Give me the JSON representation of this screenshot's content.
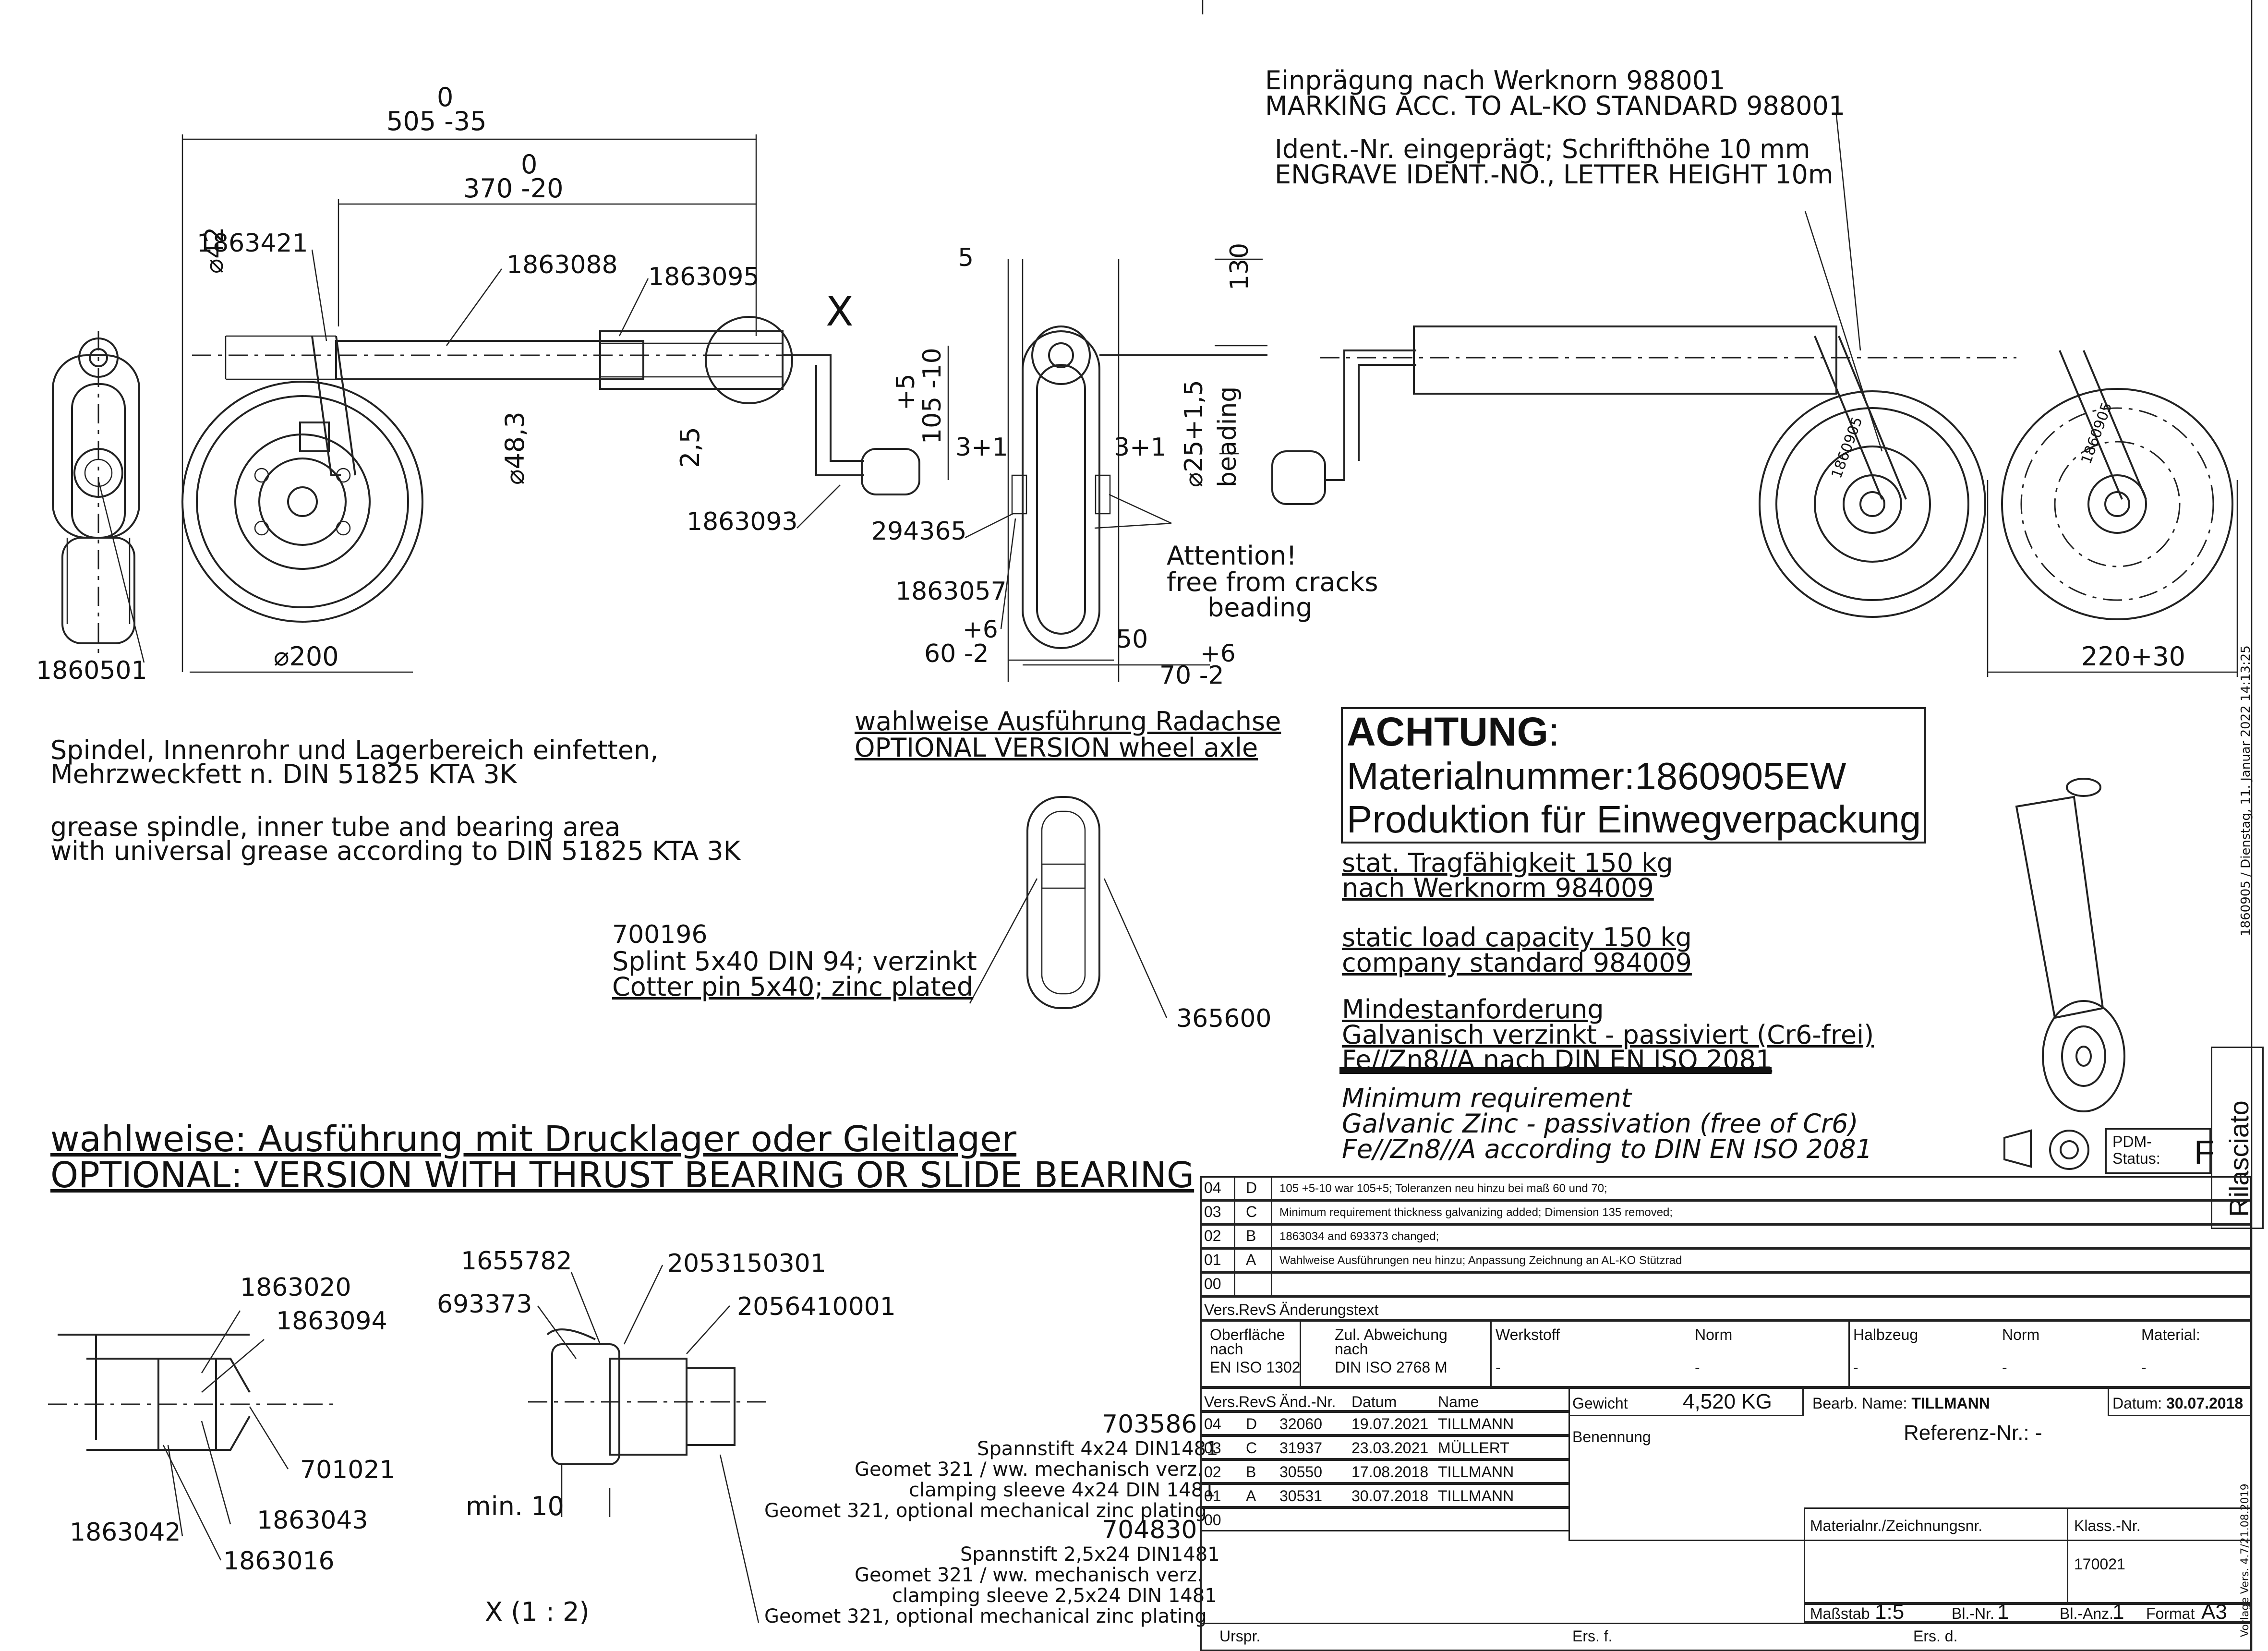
{
  "dimensions": {
    "d505": "505 -35",
    "d505_upper": "0",
    "d370": "370 -20",
    "d370_upper": "0",
    "d42": "⌀42",
    "d48": "⌀48,3",
    "d2_5": "2,5",
    "d200": "⌀200",
    "d5": "5",
    "d130": "130",
    "d105": "105 -10",
    "d105_upper": "+5",
    "d3_1a": "3+1",
    "d3_1b": "3+1",
    "d25": "⌀25+1,5",
    "beading": "beading",
    "d60": "60 -2",
    "d60_upper": "+6",
    "d50": "50",
    "d70": "70 -2",
    "d70_upper": "+6",
    "d220": "220+30",
    "min10": "min. 10"
  },
  "parts": {
    "p1863421": "1863421",
    "p1863088": "1863088",
    "p1863095": "1863095",
    "x_mark": "X",
    "p1863093": "1863093",
    "p294365": "294365",
    "p1863057": "1863057",
    "p1860501": "1860501",
    "p700196": "700196",
    "p365600": "365600",
    "p1863020": "1863020",
    "p1863094": "1863094",
    "p701021": "701021",
    "p1863043": "1863043",
    "p1863042": "1863042",
    "p1863016": "1863016",
    "p1655782": "1655782",
    "p693373": "693373",
    "p2053150301": "2053150301",
    "p2056410001": "2056410001",
    "x_scale": "X (1 : 2)",
    "wheel_label_a": "1860905",
    "wheel_label_b": "1860905"
  },
  "notes": {
    "engrave_de": "Einprägung nach Werknorn 988001",
    "engrave_en": "MARKING ACC. TO AL-KO STANDARD 988001",
    "ident_de": "Ident.-Nr. eingeprägt; Schrifthöhe 10 mm",
    "ident_en": "ENGRAVE IDENT.-NO., LETTER HEIGHT 10m",
    "attention_1": "Attention!",
    "attention_2": "free from cracks",
    "attention_3": "beading",
    "grease_de_1": "Spindel, Innenrohr und Lagerbereich einfetten,",
    "grease_de_2": "Mehrzweckfett n. DIN 51825 KTA 3K",
    "grease_en_1": "grease spindle, inner tube and bearing area",
    "grease_en_2": "with universal grease according to DIN 51825 KTA 3K",
    "optional_axle_de": "wahlweise Ausführung Radachse",
    "optional_axle_en": "OPTIONAL VERSION wheel axle",
    "splint_1": "Splint 5x40 DIN 94; verzinkt",
    "splint_2": "Cotter pin 5x40; zinc plated",
    "optional_bearing_de": "wahlweise: Ausführung mit Drucklager oder Gleitlager",
    "optional_bearing_en": "OPTIONAL: VERSION WITH THRUST BEARING OR SLIDE BEARING",
    "achtung_title": "ACHTUNG",
    "achtung_colon": ":",
    "achtung_line1": "Materialnummer:1860905EW",
    "achtung_line2": "Produktion für Einwegverpackung",
    "load_de_1": "stat. Tragfähigkeit 150 kg",
    "load_de_2": "nach Werknorm 984009",
    "load_en_1": "static load capacity 150 kg",
    "load_en_2": "company standard 984009",
    "min_de_1": "Mindestanforderung",
    "min_de_2": "Galvanisch verzinkt - passiviert (Cr6-frei)",
    "min_de_3": "Fe//Zn8//A nach DIN EN ISO 2081",
    "min_en_1": "Minimum requirement",
    "min_en_2": "Galvanic Zinc - passivation (free of Cr6)",
    "min_en_3": "Fe//Zn8//A according to DIN EN ISO 2081",
    "p703586": "703586",
    "s703586_1": "Spannstift 4x24 DIN1481",
    "s703586_2": "Geomet 321 / ww. mechanisch verz.",
    "s703586_3": "clamping sleeve 4x24 DIN 1481",
    "s703586_4": "Geomet 321, optional mechanical zinc plating",
    "p704830": "704830",
    "s704830_1": "Spannstift 2,5x24 DIN1481",
    "s704830_2": "Geomet 321 / ww. mechanisch verz.",
    "s704830_3": "clamping sleeve 2,5x24 DIN 1481",
    "s704830_4": "Geomet 321, optional mechanical zinc plating",
    "side_stamp": "1860905 / Dienstag, 11. Januar 2022 14:13:25",
    "vorlage": "Vorlage Vers. 4.7/21.08.2019",
    "rilasciato": "Rilasciato",
    "pdm_1": "PDM-",
    "pdm_2": "Status:",
    "pdm_value": "F"
  },
  "revisions": [
    {
      "ver": "04",
      "rev": "D",
      "text": "105 +5-10 war 105+5; Toleranzen neu hinzu bei maß 60 und 70;"
    },
    {
      "ver": "03",
      "rev": "C",
      "text": "Minimum requirement thickness galvanizing added; Dimension 135 removed;"
    },
    {
      "ver": "02",
      "rev": "B",
      "text": "1863034 and 693373 changed;"
    },
    {
      "ver": "01",
      "rev": "A",
      "text": "Wahlweise Ausführungen neu hinzu; Anpassung Zeichnung an AL-KO Stützrad"
    },
    {
      "ver": "00",
      "rev": "",
      "text": ""
    }
  ],
  "title_block": {
    "hdr_vers": "Vers.",
    "hdr_revs": "RevS",
    "hdr_aend": "Änderungstext",
    "oberflaeche_1": "Oberfläche",
    "oberflaeche_2": "nach",
    "oberflaeche_val": "EN ISO 1302",
    "zul_1": "Zul. Abweichung",
    "zul_2": "nach",
    "zul_val": "DIN ISO 2768 M",
    "werkstoff": "Werkstoff",
    "werkstoff_val": "-",
    "norm1": "Norm",
    "norm1_val": "-",
    "halbzeug": "Halbzeug",
    "halbzeug_val": "-",
    "norm2": "Norm",
    "norm2_val": "-",
    "material": "Material:",
    "material_val": "-",
    "col_vers": "Vers.",
    "col_revs": "RevS",
    "col_aend": "Änd.-Nr.",
    "col_datum": "Datum",
    "col_name": "Name",
    "gewicht": "Gewicht",
    "gewicht_val": "4,520 KG",
    "bearb": "Bearb. Name:",
    "bearb_val": "TILLMANN",
    "datum_lbl": "Datum:",
    "datum_val": "30.07.2018",
    "benennung": "Benennung",
    "referenz": "Referenz-Nr.: -",
    "materialnr": "Materialnr./Zeichnungsnr.",
    "klass": "Klass.-Nr.",
    "klass_val": "170021",
    "massstab": "Maßstab",
    "massstab_val": "1:5",
    "bl_nr": "Bl.-Nr.",
    "bl_nr_val": "1",
    "bl_anz": "Bl.-Anz.",
    "bl_anz_val": "1",
    "format": "Format",
    "format_val": "A3",
    "urspr": "Urspr.",
    "ers_f": "Ers. f.",
    "ers_d": "Ers. d."
  },
  "history": [
    {
      "ver": "04",
      "rev": "D",
      "nr": "32060",
      "date": "19.07.2021",
      "name": "TILLMANN"
    },
    {
      "ver": "03",
      "rev": "C",
      "nr": "31937",
      "date": "23.03.2021",
      "name": "MÜLLERT"
    },
    {
      "ver": "02",
      "rev": "B",
      "nr": "30550",
      "date": "17.08.2018",
      "name": "TILLMANN"
    },
    {
      "ver": "01",
      "rev": "A",
      "nr": "30531",
      "date": "30.07.2018",
      "name": "TILLMANN"
    },
    {
      "ver": "00",
      "rev": "",
      "nr": "",
      "date": "",
      "name": ""
    }
  ]
}
